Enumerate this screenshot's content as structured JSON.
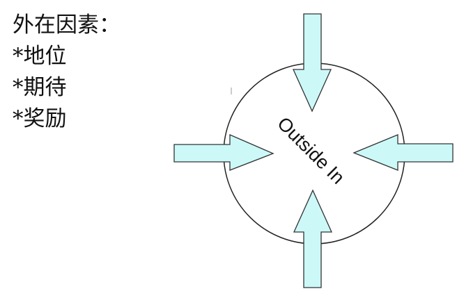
{
  "factors": {
    "heading": "外在因素：",
    "items": [
      "*地位",
      "*期待",
      "*奖励"
    ]
  },
  "diagram": {
    "center_label": "Outside In",
    "arrow_fill": "#ccf8f8",
    "arrow_stroke": "#333333",
    "circle_stroke": "#222222"
  }
}
